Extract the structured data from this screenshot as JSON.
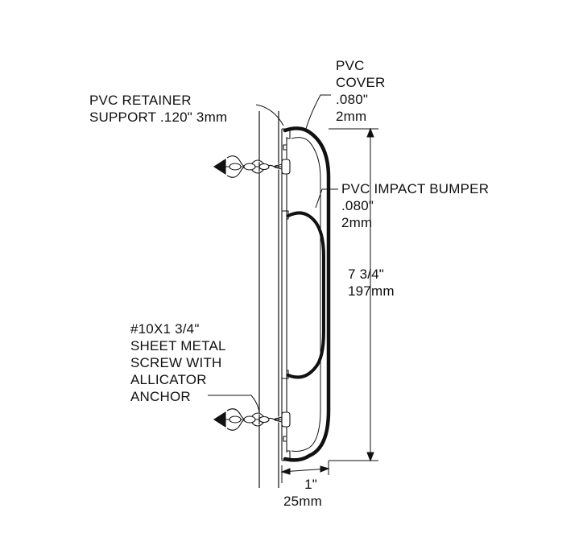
{
  "labels": {
    "cover": {
      "line1": "PVC",
      "line2": "COVER",
      "line3": ".080\"",
      "line4": "2mm"
    },
    "retainer": {
      "line1": "PVC RETAINER",
      "line2": "SUPPORT  .120\" 3mm"
    },
    "bumper": {
      "line1": "PVC IMPACT BUMPER",
      "line2": ".080\"",
      "line3": "2mm"
    },
    "height_dim": {
      "line1": "7  3/4\"",
      "line2": "197mm"
    },
    "screw": {
      "line1": "#10X1 3/4\"",
      "line2": "SHEET METAL",
      "line3": "SCREW WITH",
      "line4": "ALLICATOR",
      "line5": "ANCHOR"
    },
    "depth_dim": {
      "line1": "1\"",
      "line2": "25mm"
    }
  },
  "colors": {
    "line": "#111111",
    "background": "#ffffff"
  }
}
